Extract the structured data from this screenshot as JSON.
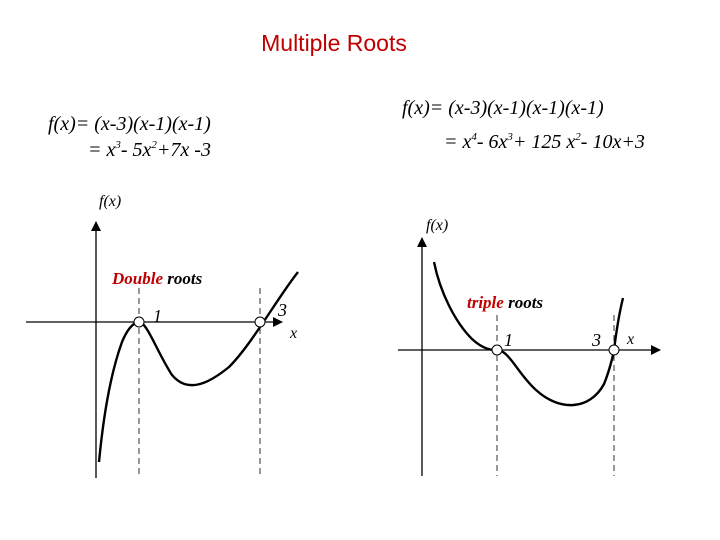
{
  "title": "Multiple Roots",
  "colors": {
    "title": "#c00000",
    "emphasis": "#c00000",
    "curve": "#000000"
  },
  "left": {
    "formula_line1": "f(x)= (x-3)(x-1)(x-1)",
    "formula_line2": {
      "a": "= x",
      "b": "- 5x",
      "c": "+7x -3",
      "exp1": "3",
      "exp2": "2"
    },
    "y_axis_label": "f(x)",
    "x_axis_label": "x",
    "annotation_word": "Double",
    "annotation_rest": " roots",
    "root_labels": [
      "1",
      "3"
    ]
  },
  "right": {
    "formula_line1": "f(x)= (x-3)(x-1)(x-1)(x-1)",
    "formula_line2": {
      "a": "= x",
      "b": "- 6x",
      "c": "+ 125 x",
      "d": "- 10x+3",
      "exp1": "4",
      "exp2": "3",
      "exp3": "2"
    },
    "y_axis_label": "f(x)",
    "x_axis_label": "x",
    "annotation_word": "triple",
    "annotation_rest": " roots",
    "root_labels": [
      "1",
      "3"
    ]
  }
}
